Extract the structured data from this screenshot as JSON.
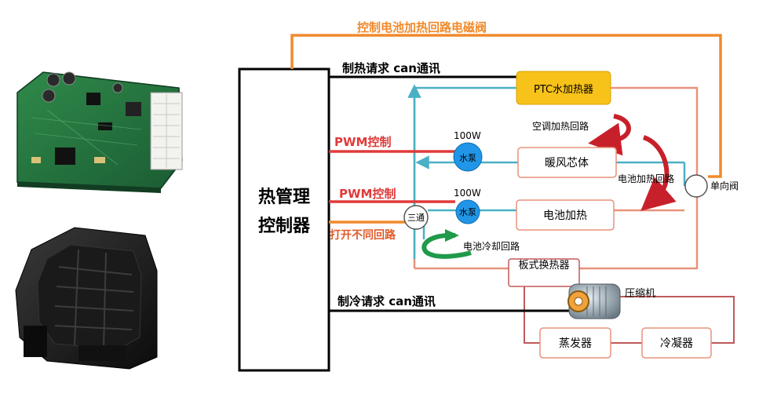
{
  "controller": {
    "line1": "热管理",
    "line2": "控制器"
  },
  "signals": {
    "solenoid": "控制电池加热回路电磁阀",
    "heat_request": "制热请求 can通讯",
    "pwm_1": "PWM控制",
    "pwm_2": "PWM控制",
    "open_loop": "打开不同回路",
    "cool_request": "制冷请求 can通讯"
  },
  "components": {
    "ptc": "PTC水加热器",
    "heater_core": "暖风芯体",
    "battery_heat": "电池加热",
    "plate_hx": "板式换热器",
    "compressor": "压缩机",
    "evaporator": "蒸发器",
    "condenser": "冷凝器",
    "pump_1_power": "100W",
    "pump_1_label": "水泵",
    "pump_2_power": "100W",
    "pump_2_label": "水泵",
    "three_way": "三通",
    "check_valve": "单向阀"
  },
  "loops": {
    "ac_heating": "空调加热回路",
    "battery_heating": "电池加热回路",
    "battery_cooling": "电池冷却回路"
  },
  "colors": {
    "orange": "#f08a2c",
    "red": "#e03a3a",
    "teal": "#4ab0c4",
    "salmon": "#e8927c",
    "pump_blue": "#2196e8",
    "green_arrow": "#1f9a4a",
    "ptc_fill": "#f7c21a"
  }
}
